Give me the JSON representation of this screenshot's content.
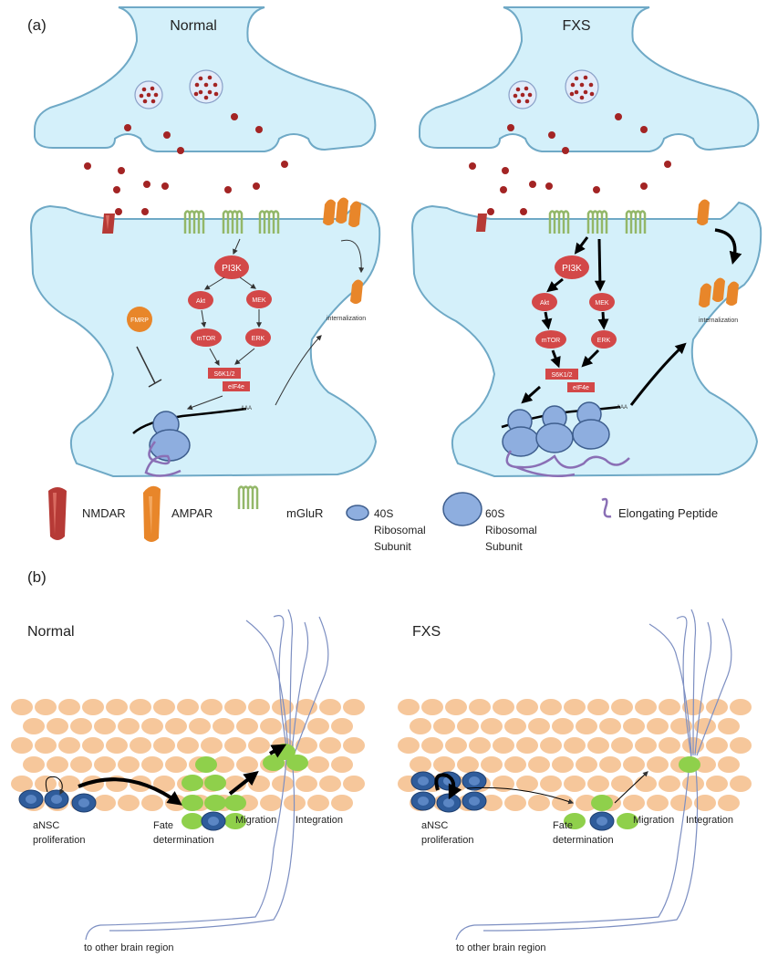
{
  "panel_a": {
    "label": "(a)",
    "normal": {
      "title": "Normal",
      "pathway": {
        "pi3k": "PI3K",
        "akt": "Akt",
        "mek": "MEK",
        "mtor": "mTOR",
        "erk": "ERK",
        "s6k": "S6K1/2",
        "eif4e": "eIF4e"
      },
      "fmrp": "FMRP",
      "internalization": "internalization",
      "polyA": "AAA"
    },
    "fxs": {
      "title": "FXS",
      "pathway": {
        "pi3k": "PI3K",
        "akt": "Akt",
        "mek": "MEK",
        "mtor": "mTOR",
        "erk": "ERK",
        "s6k": "S6K1/2",
        "eif4e": "eIF4e"
      },
      "internalization": "internalization",
      "polyA": "AAA"
    },
    "legend": {
      "nmdar": "NMDAR",
      "ampar": "AMPAR",
      "mglur": "mGluR",
      "ribo40_l1": "40S",
      "ribo40_l2": "Ribosomal",
      "ribo40_l3": "Subunit",
      "ribo60_l1": "60S",
      "ribo60_l2": "Ribosomal",
      "ribo60_l3": "Subunit",
      "peptide": "Elongating Peptide"
    }
  },
  "panel_b": {
    "label": "(b)",
    "normal": {
      "title": "Normal",
      "prolif_l1": "aNSC",
      "prolif_l2": "proliferation",
      "fate_l1": "Fate",
      "fate_l2": "determination",
      "migration": "Migration",
      "integration": "Integration",
      "other": "to other brain region"
    },
    "fxs": {
      "title": "FXS",
      "prolif_l1": "aNSC",
      "prolif_l2": "proliferation",
      "fate_l1": "Fate",
      "fate_l2": "determination",
      "migration": "Migration",
      "integration": "Integration",
      "other": "to other brain region"
    }
  },
  "colors": {
    "cyto": "#d4f0fa",
    "cyto_stroke": "#6fa9c6",
    "vesicle_dot": "#a32424",
    "pathway": "#d34848",
    "nmdar": "#b63a36",
    "ampar": "#e8862a",
    "mglur": "#93b768",
    "ribosome": "#8eaedf",
    "ribosome_stroke": "#3e5e8e",
    "peptide": "#8a6fb5",
    "tissue": "#f6c79b",
    "nsc": "#2f5c9b",
    "green_cell": "#8fd04b",
    "axon": "#7d8fc2"
  }
}
